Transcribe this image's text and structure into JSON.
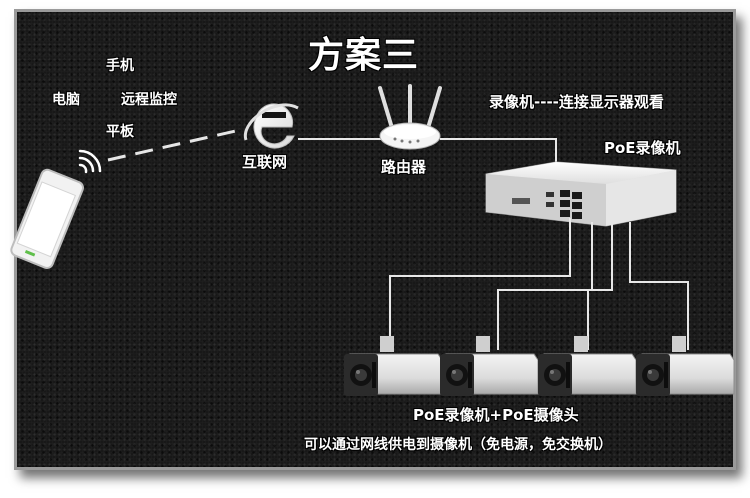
{
  "title": "方案三",
  "remote": {
    "phone": "手机",
    "computer": "电脑",
    "remote_monitor": "远程监控",
    "tablet": "平板"
  },
  "network": {
    "internet": "互联网",
    "router": "路由器"
  },
  "nvr": {
    "caption": "录像机----连接显示器观看",
    "label": "PoE录像机"
  },
  "cameras": {
    "label": "PoE录像机+PoE摄像头",
    "note": "可以通过网线供电到摄像机（免电源，免交换机）",
    "count": 4
  },
  "icons": [
    "phone-icon",
    "wifi-signal-icon",
    "internet-explorer-icon",
    "router-icon",
    "nvr-icon",
    "camera-icon"
  ]
}
